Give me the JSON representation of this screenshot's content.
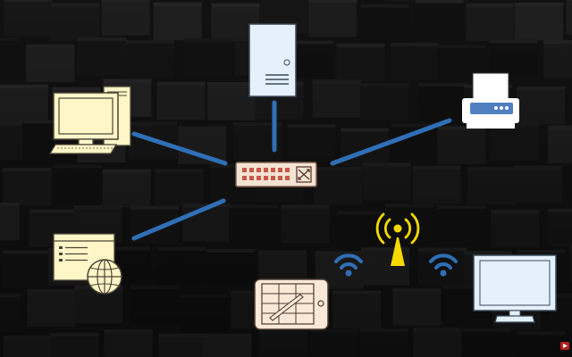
{
  "diagram": {
    "kind": "network-topology",
    "center": {
      "node": "switch",
      "icon": "network-switch-icon",
      "color": "#f3e3d2",
      "accent": "#c8584a"
    },
    "nodes": [
      {
        "id": "desktop",
        "icon": "desktop-computer-icon",
        "color": "#fff6c8"
      },
      {
        "id": "server",
        "icon": "server-tower-icon",
        "color": "#e4f0fb"
      },
      {
        "id": "printer",
        "icon": "printer-icon",
        "color": "#ffffff"
      },
      {
        "id": "web-page",
        "icon": "web-page-globe-icon",
        "color": "#fff6c8"
      },
      {
        "id": "tablet",
        "icon": "tablet-stylus-icon",
        "color": "#fbe9d8"
      },
      {
        "id": "monitor",
        "icon": "monitor-icon",
        "color": "#e4f0fb"
      },
      {
        "id": "wireless-antenna",
        "icon": "antenna-tower-icon",
        "color": "#f5d800"
      }
    ],
    "wired_links": [
      "desktop",
      "server",
      "printer",
      "web-page"
    ],
    "wireless_links": [
      "tablet",
      "monitor"
    ],
    "colors": {
      "link": "#2f6fb6",
      "wifi": "#2f6fb6",
      "background": "#141414",
      "cube_light": "#2e2e2e",
      "cube_dark": "#0f0f0f"
    }
  }
}
